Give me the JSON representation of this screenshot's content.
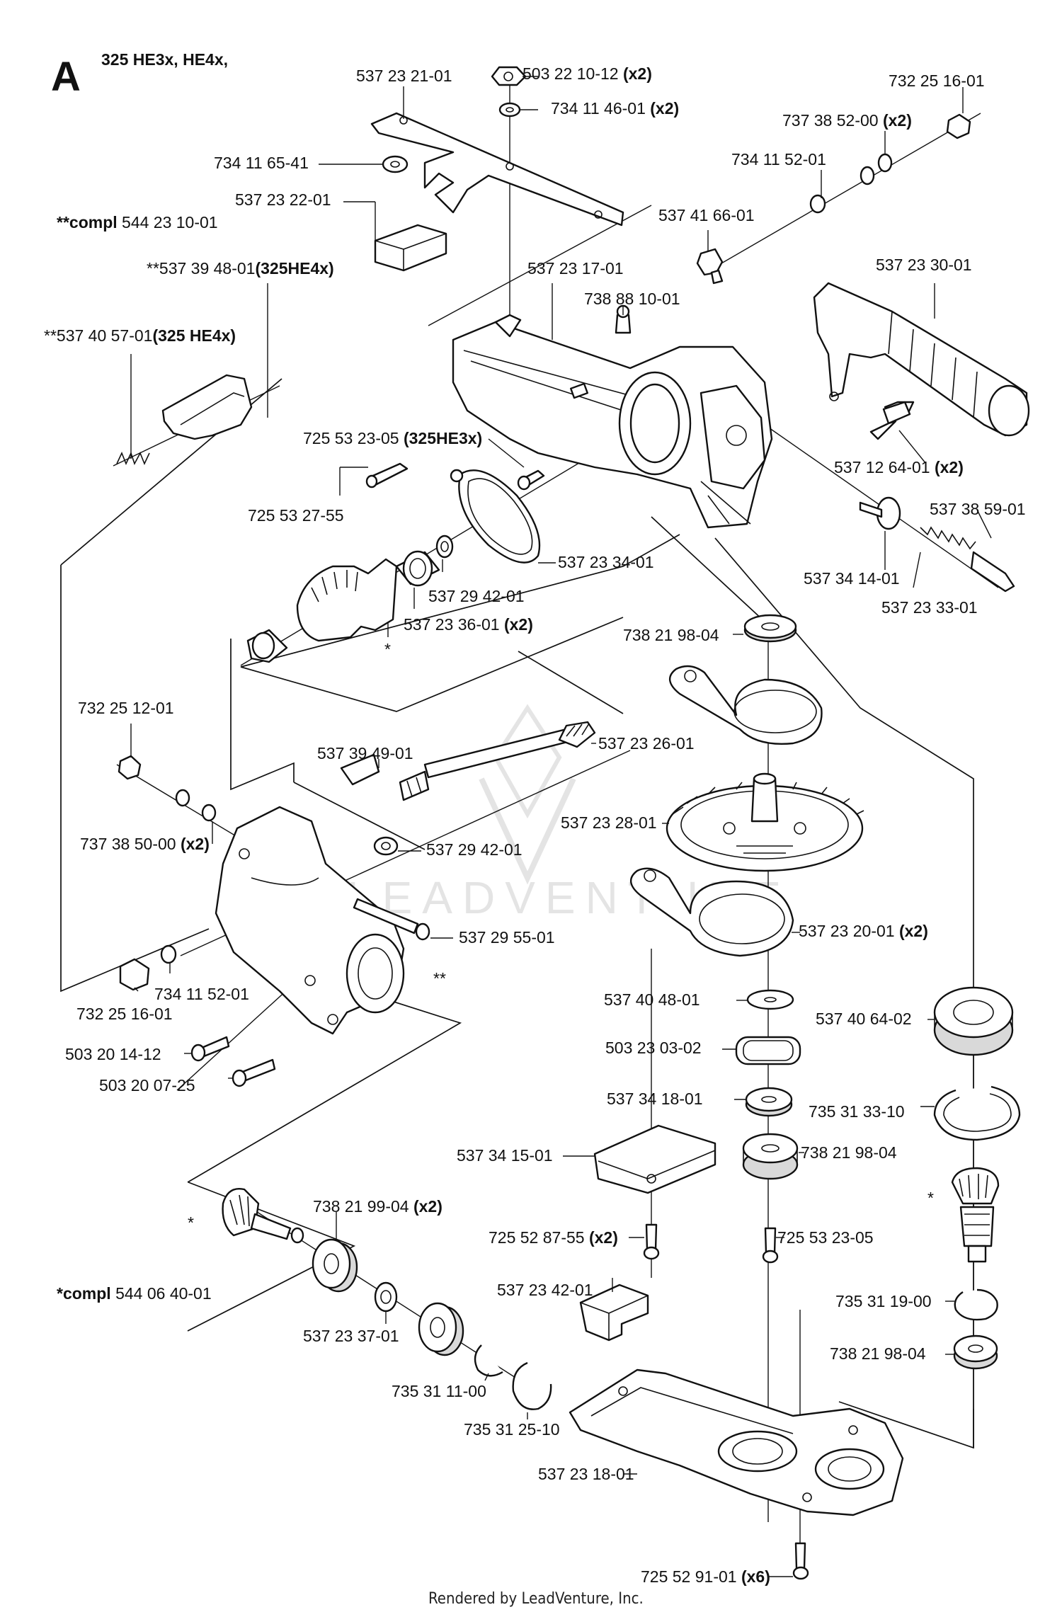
{
  "section_letter": "A",
  "models_title": "325 HE3x, HE4x,",
  "watermark": "LEADVENTURE",
  "footer": "Rendered by LeadVenture, Inc.",
  "labels": [
    {
      "id": "p-503-22-10-12",
      "parts": [
        [
          "503 22 10-12 ",
          false
        ],
        [
          "(x2)",
          true
        ]
      ]
    },
    {
      "id": "p-537-23-21-01",
      "parts": [
        [
          "537 23 21-01",
          false
        ]
      ]
    },
    {
      "id": "p-734-11-46-01",
      "parts": [
        [
          "734 11 46-01 ",
          false
        ],
        [
          "(x2)",
          true
        ]
      ]
    },
    {
      "id": "p-732-25-16-01-top",
      "parts": [
        [
          "732 25 16-01",
          false
        ]
      ]
    },
    {
      "id": "p-737-38-52-00",
      "parts": [
        [
          "737 38 52-00 ",
          false
        ],
        [
          "(x2)",
          true
        ]
      ]
    },
    {
      "id": "p-734-11-65-41",
      "parts": [
        [
          "734 11 65-41",
          false
        ]
      ]
    },
    {
      "id": "p-734-11-52-01-top",
      "parts": [
        [
          "734 11 52-01",
          false
        ]
      ]
    },
    {
      "id": "p-537-23-22-01",
      "parts": [
        [
          "537 23 22-01",
          false
        ]
      ]
    },
    {
      "id": "p-compl-544-23-10-01",
      "parts": [
        [
          "**compl ",
          true
        ],
        [
          "544 23 10-01",
          false
        ]
      ]
    },
    {
      "id": "p-537-41-66-01",
      "parts": [
        [
          "537 41 66-01",
          false
        ]
      ]
    },
    {
      "id": "p-537-39-48-01",
      "parts": [
        [
          "**537 39 48-01",
          false
        ],
        [
          "(325HE4x)",
          true
        ]
      ]
    },
    {
      "id": "p-537-23-17-01",
      "parts": [
        [
          "537 23 17-01",
          false
        ]
      ]
    },
    {
      "id": "p-537-23-30-01",
      "parts": [
        [
          "537 23 30-01",
          false
        ]
      ]
    },
    {
      "id": "p-738-88-10-01",
      "parts": [
        [
          "738 88 10-01",
          false
        ]
      ]
    },
    {
      "id": "p-537-40-57-01",
      "parts": [
        [
          "**537 40 57-01",
          false
        ],
        [
          "(325 HE4x)",
          true
        ]
      ]
    },
    {
      "id": "p-725-53-23-05-a",
      "parts": [
        [
          "725 53 23-05 ",
          false
        ],
        [
          "(325HE3x)",
          true
        ]
      ]
    },
    {
      "id": "p-537-12-64-01",
      "parts": [
        [
          "537 12 64-01 ",
          false
        ],
        [
          "(x2)",
          true
        ]
      ]
    },
    {
      "id": "p-725-53-27-55",
      "parts": [
        [
          "725 53 27-55",
          false
        ]
      ]
    },
    {
      "id": "p-537-38-59-01",
      "parts": [
        [
          "537 38 59-01",
          false
        ]
      ]
    },
    {
      "id": "p-537-23-34-01",
      "parts": [
        [
          "537 23 34-01",
          false
        ]
      ]
    },
    {
      "id": "p-537-34-14-01",
      "parts": [
        [
          "537 34 14-01",
          false
        ]
      ]
    },
    {
      "id": "p-537-29-42-01-a",
      "parts": [
        [
          "537 29 42-01",
          false
        ]
      ]
    },
    {
      "id": "p-537-23-33-01",
      "parts": [
        [
          "537 23 33-01",
          false
        ]
      ]
    },
    {
      "id": "p-537-23-36-01",
      "parts": [
        [
          "537 23 36-01 ",
          false
        ],
        [
          "(x2)",
          true
        ]
      ]
    },
    {
      "id": "p-738-21-98-04-a",
      "parts": [
        [
          "738 21 98-04",
          false
        ]
      ]
    },
    {
      "id": "p-732-25-12-01",
      "parts": [
        [
          "732 25 12-01",
          false
        ]
      ]
    },
    {
      "id": "p-537-23-26-01",
      "parts": [
        [
          "537 23 26-01",
          false
        ]
      ]
    },
    {
      "id": "p-537-39-49-01",
      "parts": [
        [
          "537 39 49-01",
          false
        ]
      ]
    },
    {
      "id": "p-537-23-28-01",
      "parts": [
        [
          "537 23 28-01",
          false
        ]
      ]
    },
    {
      "id": "p-737-38-50-00",
      "parts": [
        [
          "737 38 50-00 ",
          false
        ],
        [
          "(x2)",
          true
        ]
      ]
    },
    {
      "id": "p-537-29-42-01-b",
      "parts": [
        [
          "537 29 42-01",
          false
        ]
      ]
    },
    {
      "id": "p-537-23-20-01",
      "parts": [
        [
          "537 23 20-01 ",
          false
        ],
        [
          "(x2)",
          true
        ]
      ]
    },
    {
      "id": "p-537-29-55-01",
      "parts": [
        [
          "537 29 55-01",
          false
        ]
      ]
    },
    {
      "id": "p-732-25-16-01-bottom",
      "parts": [
        [
          "732 25 16-01",
          false
        ]
      ]
    },
    {
      "id": "p-734-11-52-01-bottom",
      "parts": [
        [
          "734 11 52-01",
          false
        ]
      ]
    },
    {
      "id": "p-537-40-48-01",
      "parts": [
        [
          "537 40 48-01",
          false
        ]
      ]
    },
    {
      "id": "p-537-40-64-02",
      "parts": [
        [
          "537 40 64-02",
          false
        ]
      ]
    },
    {
      "id": "p-503-20-14-12",
      "parts": [
        [
          "503 20 14-12",
          false
        ]
      ]
    },
    {
      "id": "p-503-23-03-02",
      "parts": [
        [
          "503 23 03-02",
          false
        ]
      ]
    },
    {
      "id": "p-503-20-07-25",
      "parts": [
        [
          "503 20 07-25",
          false
        ]
      ]
    },
    {
      "id": "p-537-34-18-01",
      "parts": [
        [
          "537 34 18-01",
          false
        ]
      ]
    },
    {
      "id": "p-735-31-33-10",
      "parts": [
        [
          "735 31 33-10",
          false
        ]
      ]
    },
    {
      "id": "p-537-34-15-01",
      "parts": [
        [
          "537 34 15-01",
          false
        ]
      ]
    },
    {
      "id": "p-738-21-98-04-b",
      "parts": [
        [
          "738 21 98-04",
          false
        ]
      ]
    },
    {
      "id": "p-738-21-99-04",
      "parts": [
        [
          "738 21 99-04 ",
          false
        ],
        [
          "(x2)",
          true
        ]
      ]
    },
    {
      "id": "p-725-52-87-55",
      "parts": [
        [
          "725 52 87-55 ",
          false
        ],
        [
          "(x2)",
          true
        ]
      ]
    },
    {
      "id": "p-725-53-23-05-b",
      "parts": [
        [
          "725 53 23-05",
          false
        ]
      ]
    },
    {
      "id": "p-compl-544-06-40-01",
      "parts": [
        [
          "*compl ",
          true
        ],
        [
          "544 06 40-01",
          false
        ]
      ]
    },
    {
      "id": "p-537-23-42-01",
      "parts": [
        [
          "537 23 42-01",
          false
        ]
      ]
    },
    {
      "id": "p-735-31-19-00",
      "parts": [
        [
          "735 31 19-00",
          false
        ]
      ]
    },
    {
      "id": "p-537-23-37-01",
      "parts": [
        [
          "537 23 37-01",
          false
        ]
      ]
    },
    {
      "id": "p-738-21-98-04-c",
      "parts": [
        [
          "738 21 98-04",
          false
        ]
      ]
    },
    {
      "id": "p-735-31-11-00",
      "parts": [
        [
          "735 31 11-00",
          false
        ]
      ]
    },
    {
      "id": "p-735-31-25-10",
      "parts": [
        [
          "735 31 25-10",
          false
        ]
      ]
    },
    {
      "id": "p-537-23-18-01",
      "parts": [
        [
          "537 23 18-01",
          false
        ]
      ]
    },
    {
      "id": "p-725-52-91-01",
      "parts": [
        [
          "725 52 91-01 ",
          false
        ],
        [
          "(x6)",
          true
        ]
      ]
    }
  ],
  "marks": {
    "star_gear_upper": "*",
    "double_star_housing": "**",
    "star_pinion_left": "*",
    "star_pinion_right": "*"
  }
}
